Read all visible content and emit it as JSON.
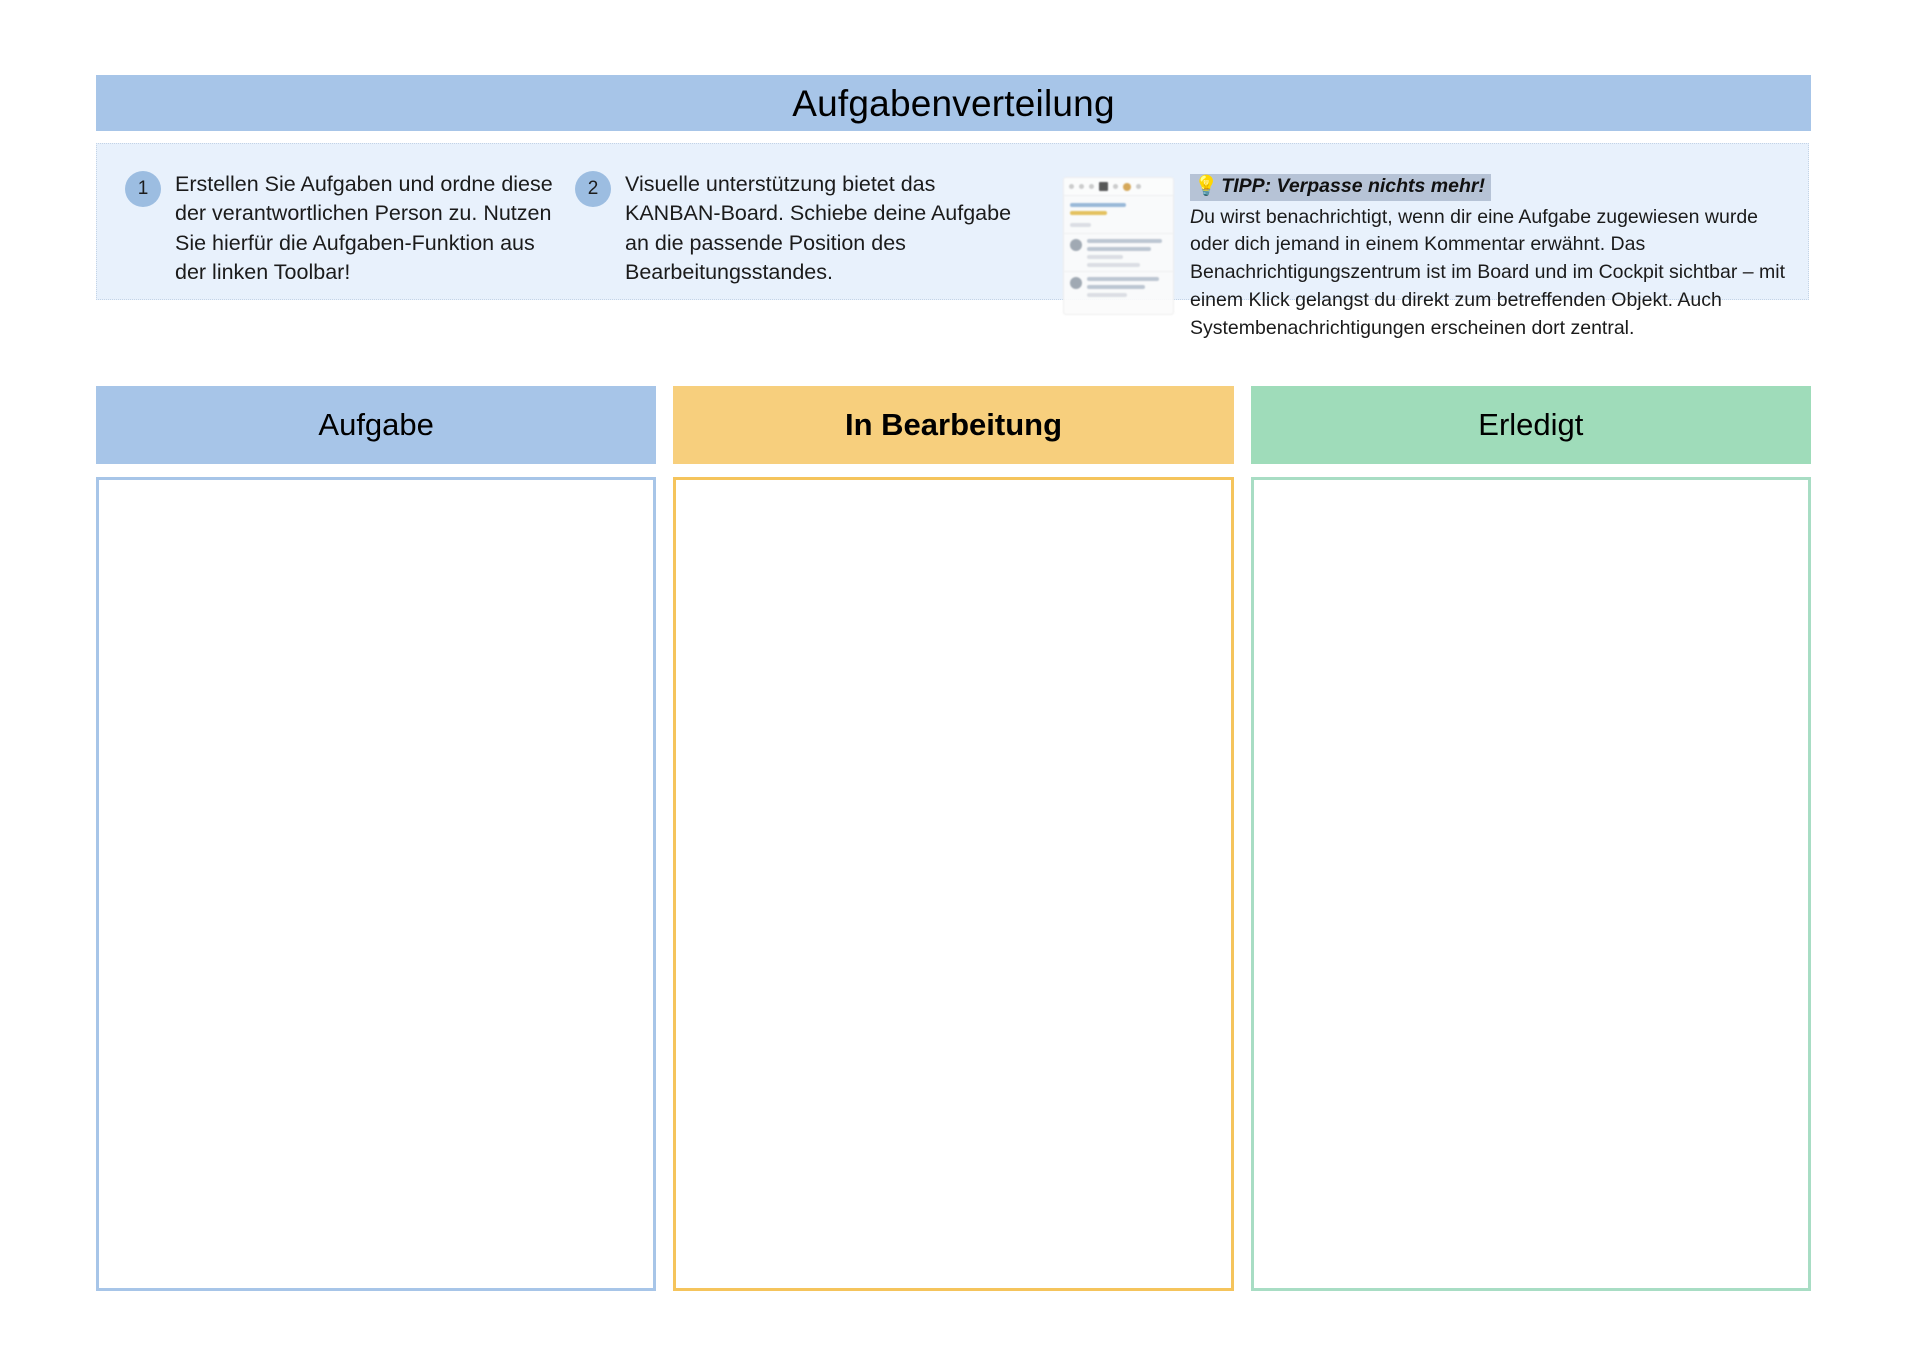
{
  "page": {
    "title": "Aufgabenverteilung"
  },
  "instructions": {
    "steps": [
      {
        "number": "1",
        "text": "Erstellen Sie Aufgaben und ordne diese der verantwortlichen Person zu. Nutzen Sie hierfür die Aufgaben-Funktion aus der linken Toolbar!"
      },
      {
        "number": "2",
        "text": "Visuelle unterstützung bietet das KANBAN-Board. Schiebe deine Aufgabe an die passende Position des Bearbeitungsstandes."
      }
    ]
  },
  "tip": {
    "icon": "lightbulb-icon",
    "bulb_glyph": "💡",
    "title": "TIPP: Verpasse nichts mehr!",
    "lead_letter": "D",
    "body": "u wirst benachrichtigt, wenn dir eine Aufgabe zugewiesen wurde oder dich jemand in einem Kommentar erwähnt. Das Benachrichtigungszentrum ist im Board und im Cockpit sichtbar – mit einem Klick gelangst du direkt zum betreffenden Objekt. Auch Systembenachrichtigungen erscheinen dort zentral.",
    "thumbnail_name": "notification-center-screenshot"
  },
  "board": {
    "columns": [
      {
        "id": "todo",
        "title": "Aufgabe",
        "header_color": "#a7c5e8",
        "border_color": "#a7c5e8",
        "cards": []
      },
      {
        "id": "doing",
        "title": "In Bearbeitung",
        "header_color": "#f7cf7d",
        "border_color": "#f5c45c",
        "cards": []
      },
      {
        "id": "done",
        "title": "Erledigt",
        "header_color": "#9fdcba",
        "border_color": "#a8ddc4",
        "cards": []
      }
    ]
  },
  "colors": {
    "title_banner": "#a7c5e8",
    "panel_background": "#e8f1fc",
    "badge": "#9cbde1",
    "tip_highlight": "#b6c3d6"
  }
}
